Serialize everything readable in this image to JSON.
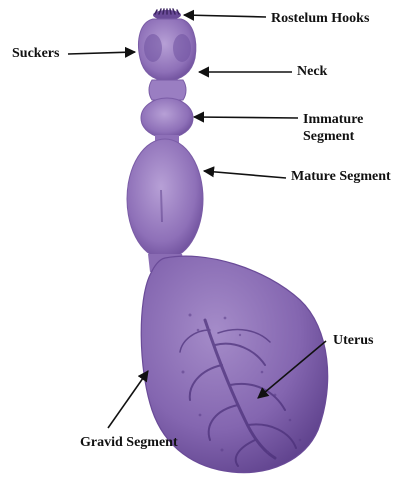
{
  "figure": {
    "labels": {
      "rostelum_hooks": "Rostelum Hooks",
      "suckers": "Suckers",
      "neck": "Neck",
      "immature_segment": "Immature Segment",
      "mature_segment": "Mature Segment",
      "uterus": "Uterus",
      "gravid_segment": "Gravid Segment"
    },
    "colors": {
      "specimen": "#8e70b8",
      "specimen_light": "#b7a0d6",
      "specimen_dark": "#5c3f8a",
      "uterus_branches": "#4a2f78",
      "arrows": "#111111",
      "background": "#ffffff"
    }
  }
}
